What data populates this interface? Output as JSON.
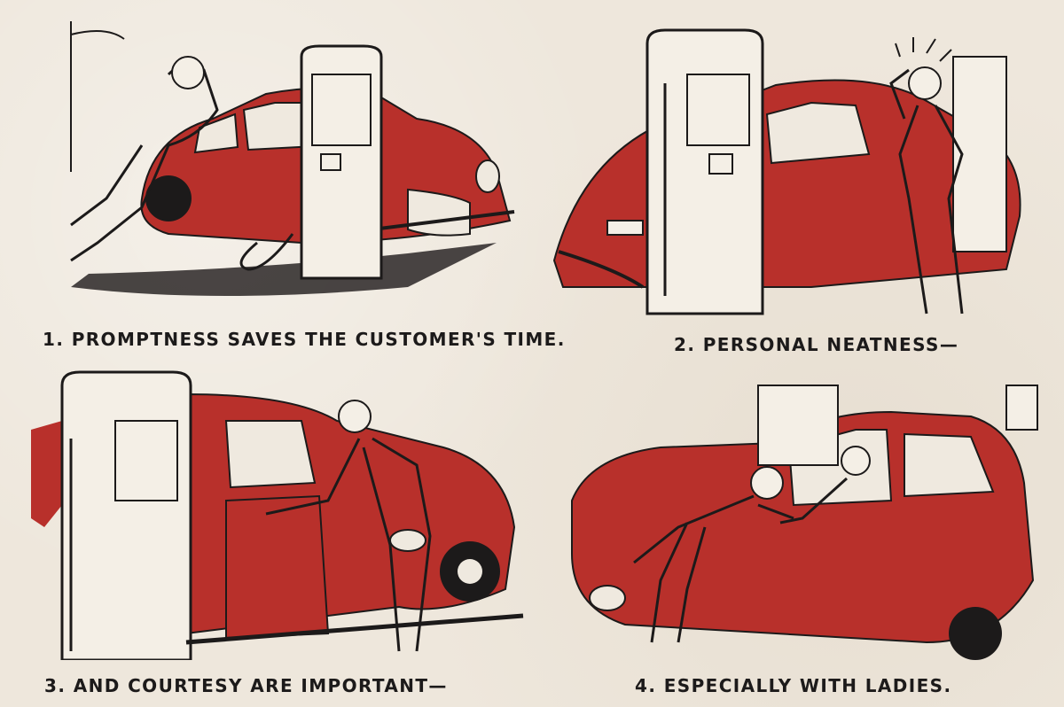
{
  "panels": [
    {
      "number": "1.",
      "caption": "PROMPTNESS SAVES THE CUSTOMER'S TIME."
    },
    {
      "number": "2.",
      "caption": "PERSONAL NEATNESS—"
    },
    {
      "number": "3.",
      "caption": "AND COURTESY ARE IMPORTANT—"
    },
    {
      "number": "4.",
      "caption": "ESPECIALLY WITH LADIES."
    }
  ],
  "colors": {
    "paper": "#eee7dc",
    "car_red": "#b8302b",
    "ink": "#1c1a1a",
    "pump_white": "#f4efe6"
  }
}
